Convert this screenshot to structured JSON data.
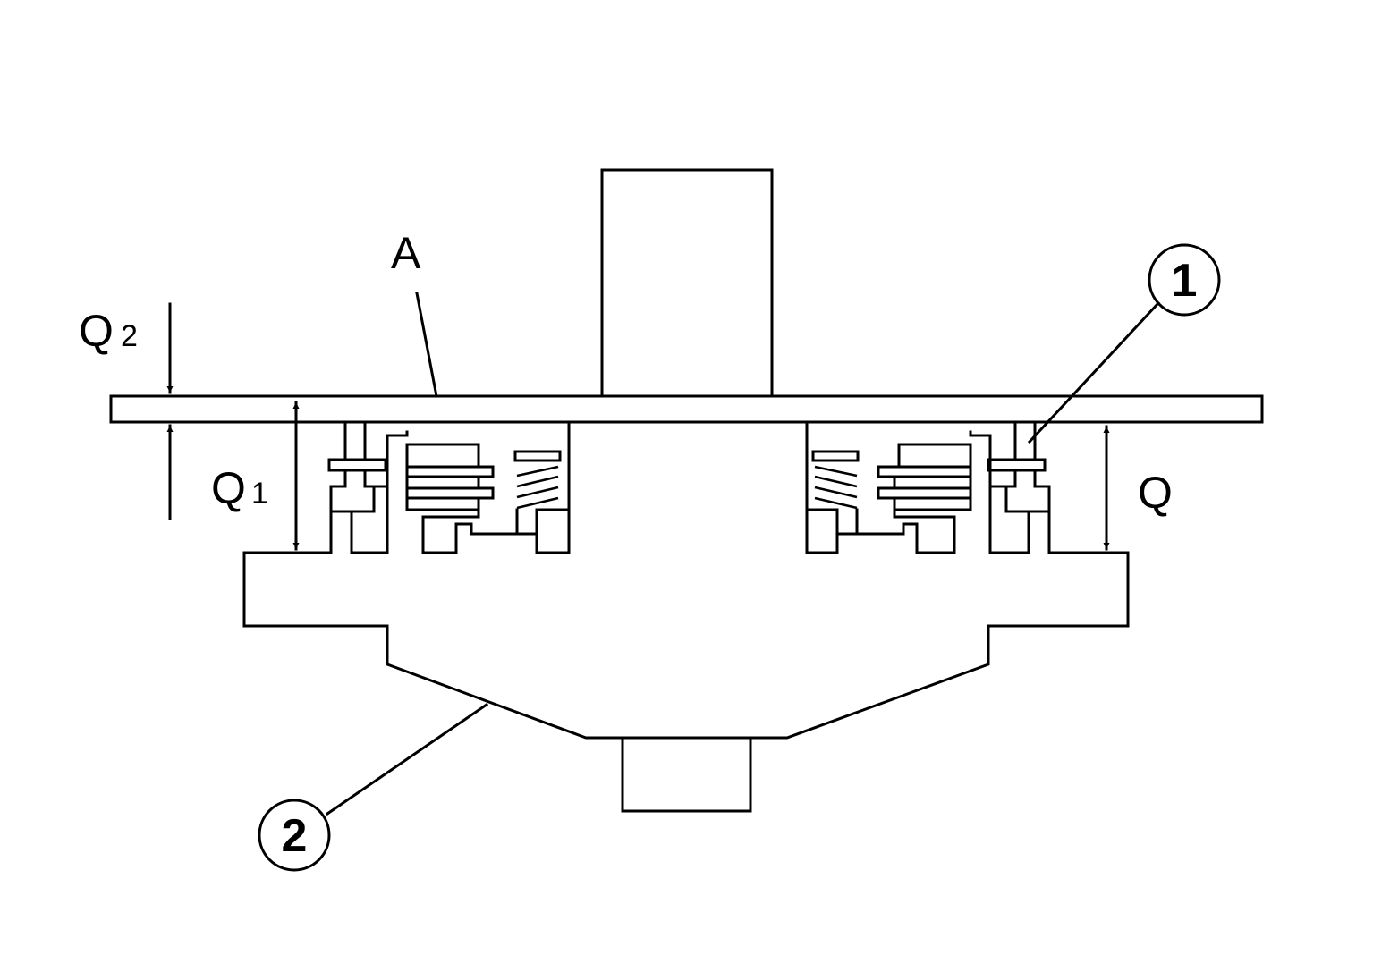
{
  "diagram": {
    "labels": {
      "plate": "A",
      "clearance_total": "Q",
      "clearance_q1_main": "Q",
      "clearance_q1_sub": "1",
      "clearance_q2_main": "Q",
      "clearance_q2_sub": "2"
    },
    "callouts": {
      "item1": "1",
      "item2": "2"
    },
    "colors": {
      "line": "#000000",
      "background": "#ffffff"
    }
  }
}
